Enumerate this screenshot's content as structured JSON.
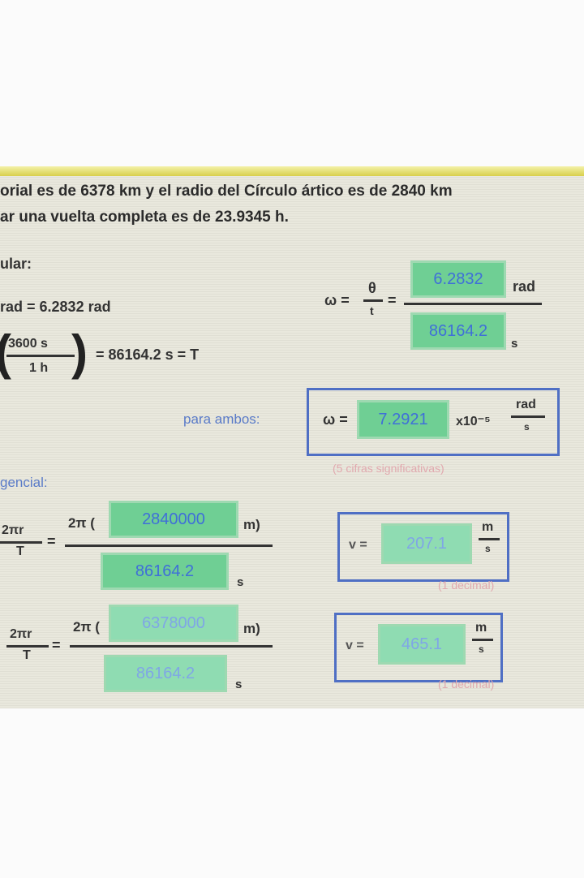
{
  "problem": {
    "line1": "orial es de 6378 km y el radio del Círculo ártico es de 2840 km",
    "line2": "ar una vuelta completa es de 23.9345 h."
  },
  "angular": {
    "heading": "ular:",
    "theta_line": "rad = 6.2832 rad",
    "conv_num": "3600 s",
    "conv_den": "1 h",
    "period_line": "= 86164.2 s = T",
    "omega_lhs": "ω =",
    "theta": "θ",
    "t": "t",
    "eq": "=",
    "theta_value": "6.2832",
    "rad_unit": "rad",
    "t_value": "86164.2",
    "s_unit": "s",
    "para_ambos": "para ambos:",
    "result_lhs": "ω =",
    "result_value": "7.2921",
    "exponent": "x10⁻⁵",
    "result_unit_num": "rad",
    "result_unit_den": "s",
    "note": "(5 cifras significativas)"
  },
  "tangential": {
    "heading": "gencial:",
    "rows": [
      {
        "lhs_num": "2πr",
        "lhs_den": "T",
        "eq": "=",
        "two_pi": "2π (",
        "r_value": "2840000",
        "m_unit": "m)",
        "t_value": "86164.2",
        "s_unit": "s",
        "v_lhs": "v =",
        "v_value": "207.1",
        "v_unit_num": "m",
        "v_unit_den": "s",
        "note": "(1 decimal)"
      },
      {
        "lhs_num": "2πr",
        "lhs_den": "T",
        "eq": "=",
        "two_pi": "2π (",
        "r_value": "6378000",
        "m_unit": "m)",
        "t_value": "86164.2",
        "s_unit": "s",
        "v_lhs": "v =",
        "v_value": "465.1",
        "v_unit_num": "m",
        "v_unit_den": "s",
        "note": "(1 decimal)"
      }
    ]
  },
  "colors": {
    "field_green": "#6fcf94",
    "value_blue": "#3f6fd8",
    "box_blue": "#4f6fc4",
    "note_pink": "#e1a8ae",
    "header_yellow": "#d8cf4a"
  }
}
